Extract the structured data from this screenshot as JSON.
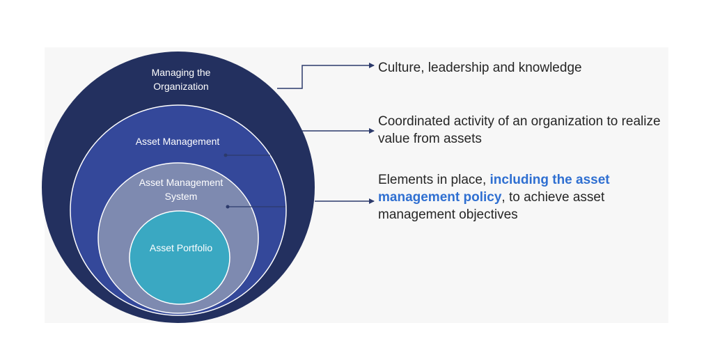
{
  "diagram": {
    "rings": [
      {
        "label": "Managing the Organization",
        "color": "#23305f"
      },
      {
        "label": "Asset Management",
        "color": "#34489a"
      },
      {
        "label": "Asset Management System",
        "color": "#7e8ab0"
      },
      {
        "label": "Asset Portfolio",
        "color": "#3aa8c2"
      }
    ],
    "descriptions": {
      "culture": "Culture, leadership and knowledge",
      "coordinated": "Coordinated activity of an organization to realize value from assets",
      "elements_before": "Elements in place, ",
      "elements_highlight": "including the asset management policy",
      "elements_after": ", to achieve asset management objectives"
    },
    "colors": {
      "arrow": "#2c3a6b",
      "highlight": "#2f6fd1",
      "text": "#262626"
    }
  }
}
